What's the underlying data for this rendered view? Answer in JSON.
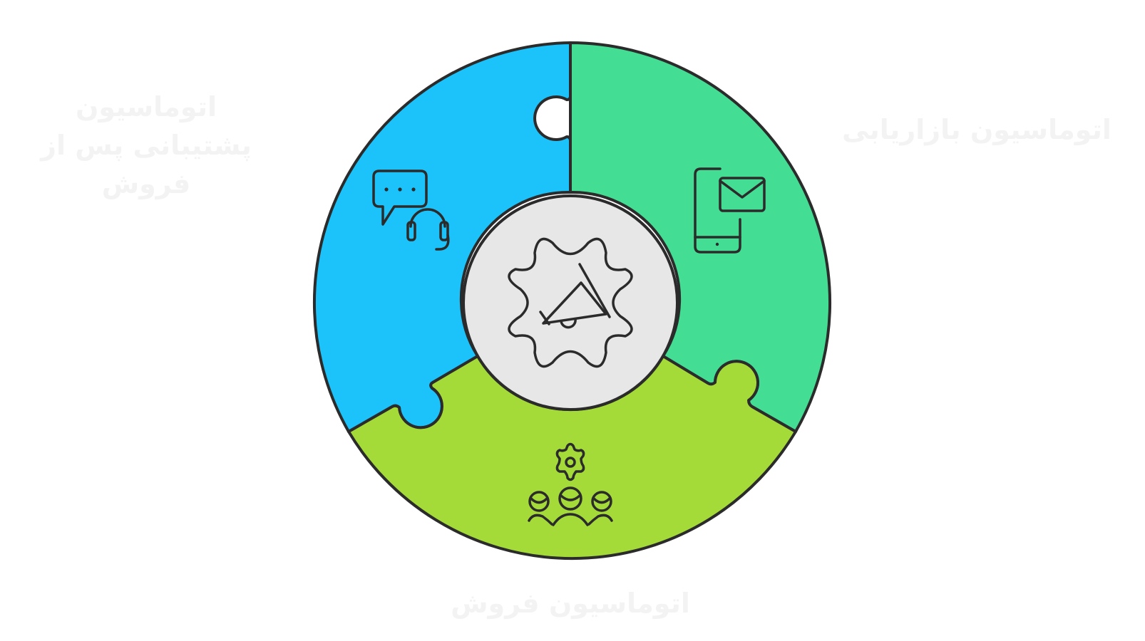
{
  "labels": {
    "support": "اتوماسیون پشتیبانی پس از فروش",
    "marketing": "اتوماسیون بازاریابی",
    "sales": "اتوماسیون فروش"
  },
  "icons": {
    "support": "chat-headset-icon",
    "marketing": "mobile-email-icon",
    "sales": "team-gear-icon",
    "center": "gear-megaphone-icon"
  },
  "colors": {
    "support": "#1cc3fb",
    "marketing": "#44dd94",
    "sales": "#a4db38",
    "center": "#e7e7e7",
    "outline": "#2b2b2b",
    "label": "#f3f3f3"
  }
}
